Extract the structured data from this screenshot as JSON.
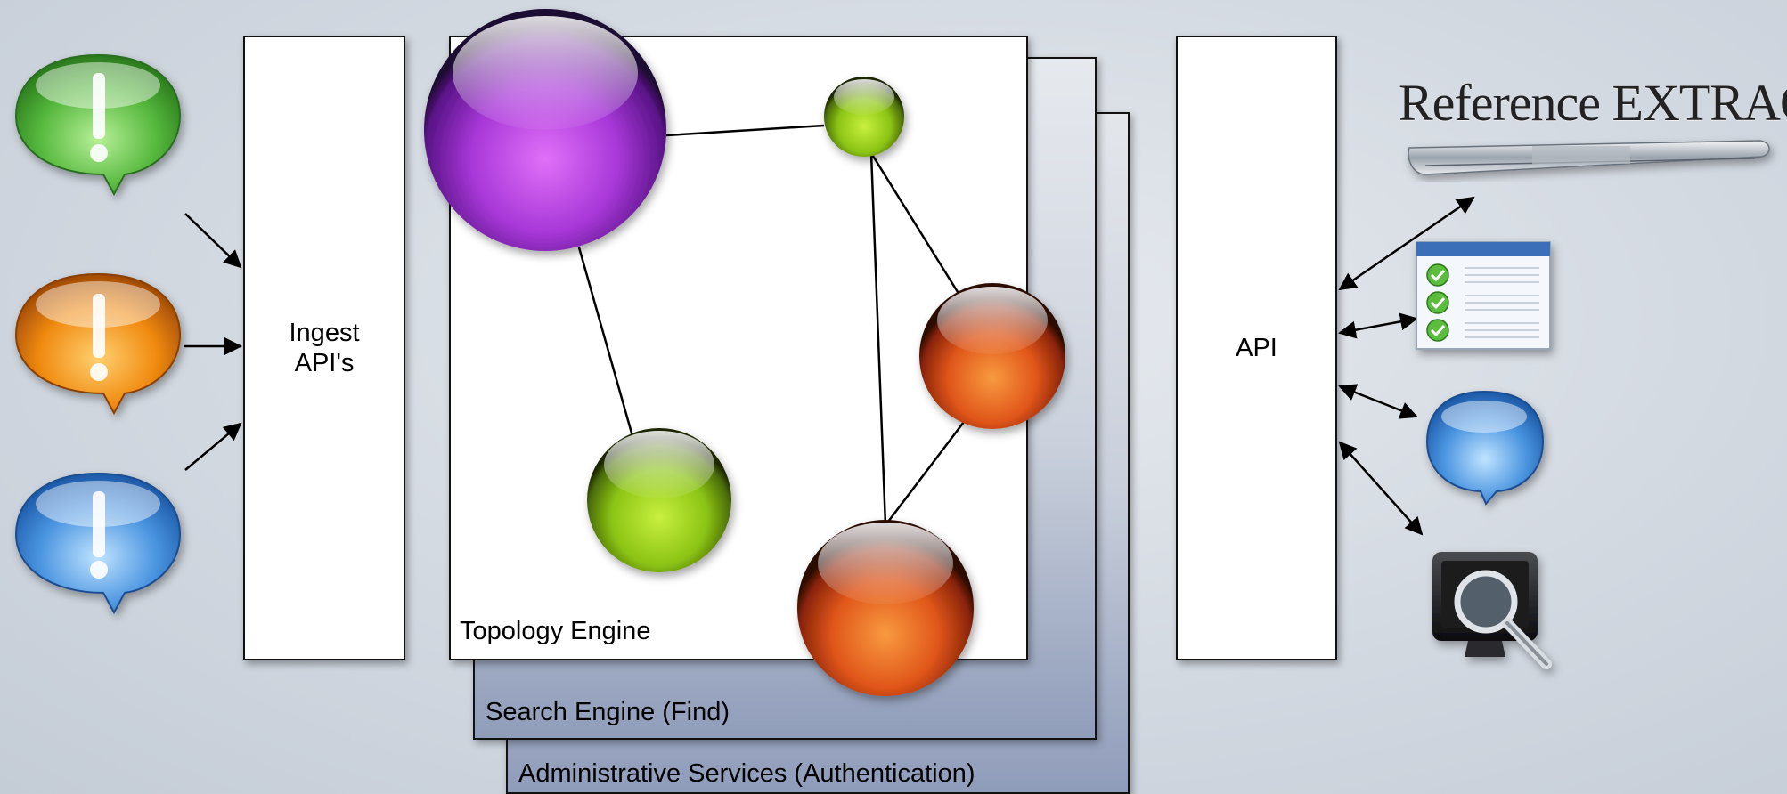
{
  "ingest": {
    "label_line1": "Ingest",
    "label_line2": "API's"
  },
  "topology": {
    "label": "Topology Engine"
  },
  "search": {
    "label": "Search Engine (Find)"
  },
  "admin": {
    "label": "Administrative Services (Authentication)"
  },
  "api": {
    "label": "API"
  },
  "reference": {
    "title": "Reference EXTRACT"
  },
  "nodes": [
    {
      "name": "purple-node",
      "color": "#b040e0"
    },
    {
      "name": "green-node-small",
      "color": "#9ccf1c"
    },
    {
      "name": "green-node-large",
      "color": "#9ccf1c"
    },
    {
      "name": "orange-node-upper",
      "color": "#e05a18"
    },
    {
      "name": "orange-node-lower",
      "color": "#e05a18"
    }
  ],
  "inputs": [
    {
      "icon": "green-alert-bubble-icon",
      "color": "#5cc046"
    },
    {
      "icon": "orange-alert-bubble-icon",
      "color": "#f08a10"
    },
    {
      "icon": "blue-alert-bubble-icon",
      "color": "#4a94e0"
    }
  ],
  "outputs": [
    {
      "icon": "tweezers-icon"
    },
    {
      "icon": "checklist-icon"
    },
    {
      "icon": "blue-speech-bubble-icon"
    },
    {
      "icon": "search-monitor-icon"
    }
  ],
  "colors": {
    "layer_fill_top": "#dfe3ea",
    "layer_fill_bottom": "#8c9ab8"
  }
}
